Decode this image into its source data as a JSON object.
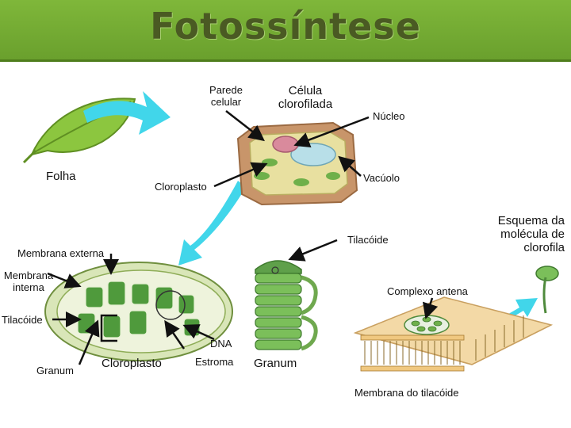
{
  "title": "Fotossíntese",
  "labels": {
    "parede": "Parede celular",
    "celula": "Célula clorofilada",
    "nucleo": "Núcleo",
    "folha": "Folha",
    "cloroplasto_top": "Cloroplasto",
    "vacuolo": "Vacúolo",
    "esquema": "Esquema da molécula de clorofila",
    "tilacoide_right": "Tilacóide",
    "membrana_externa": "Membrana externa",
    "membrana_interna": "Membrana interna",
    "complexo": "Complexo antena",
    "tilacoide_left": "Tilacóide",
    "dna": "DNA",
    "granum_left": "Granum",
    "cloroplasto_bottom": "Cloroplasto",
    "estroma": "Estroma",
    "granum_mid": "Granum",
    "membrana_tilacoide": "Membrana do tilacóide"
  },
  "colors": {
    "title_bar": "#6aa02d",
    "title_text": "#4a5a23",
    "arrow": "#41d6ea",
    "leaf": "#8cc63f",
    "granum": "#3f8f3a",
    "cell_wall": "#c8956a"
  },
  "icons": [
    "leaf-icon",
    "plant-cell-icon",
    "chloroplast-icon",
    "granum-stack-icon",
    "thylakoid-membrane-icon",
    "chlorophyll-molecule-icon"
  ]
}
